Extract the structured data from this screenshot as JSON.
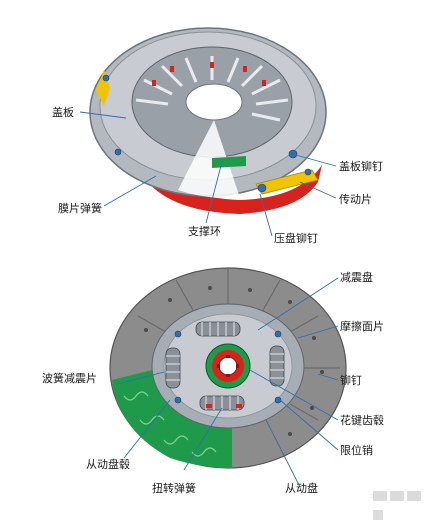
{
  "colors": {
    "metal_light": "#c8ccd2",
    "metal_mid": "#a7adb5",
    "metal_dark": "#6e747c",
    "red": "#d8221c",
    "yellow": "#f2c400",
    "green": "#1e9a4a",
    "friction": "#8c8c8c",
    "blue_callout": "#2f6fb0"
  },
  "top_labels": {
    "cover": "盖板",
    "diaphragm_spring": "膜片弹簧",
    "support_ring": "支撑环",
    "pressure_plate_rivet": "压盘铆钉",
    "drive_strap": "传动片",
    "cover_rivet": "盖板铆钉"
  },
  "bottom_labels": {
    "damper_disc": "减震盘",
    "friction_facing": "摩擦面片",
    "rivet": "铆钉",
    "spline_hub": "花键齿毂",
    "stop_pin": "限位销",
    "driven_plate": "从动盘",
    "torsion_spring": "扭转弹簧",
    "driven_hub": "从动盘毂",
    "wave_spring": "波簧减震片"
  }
}
